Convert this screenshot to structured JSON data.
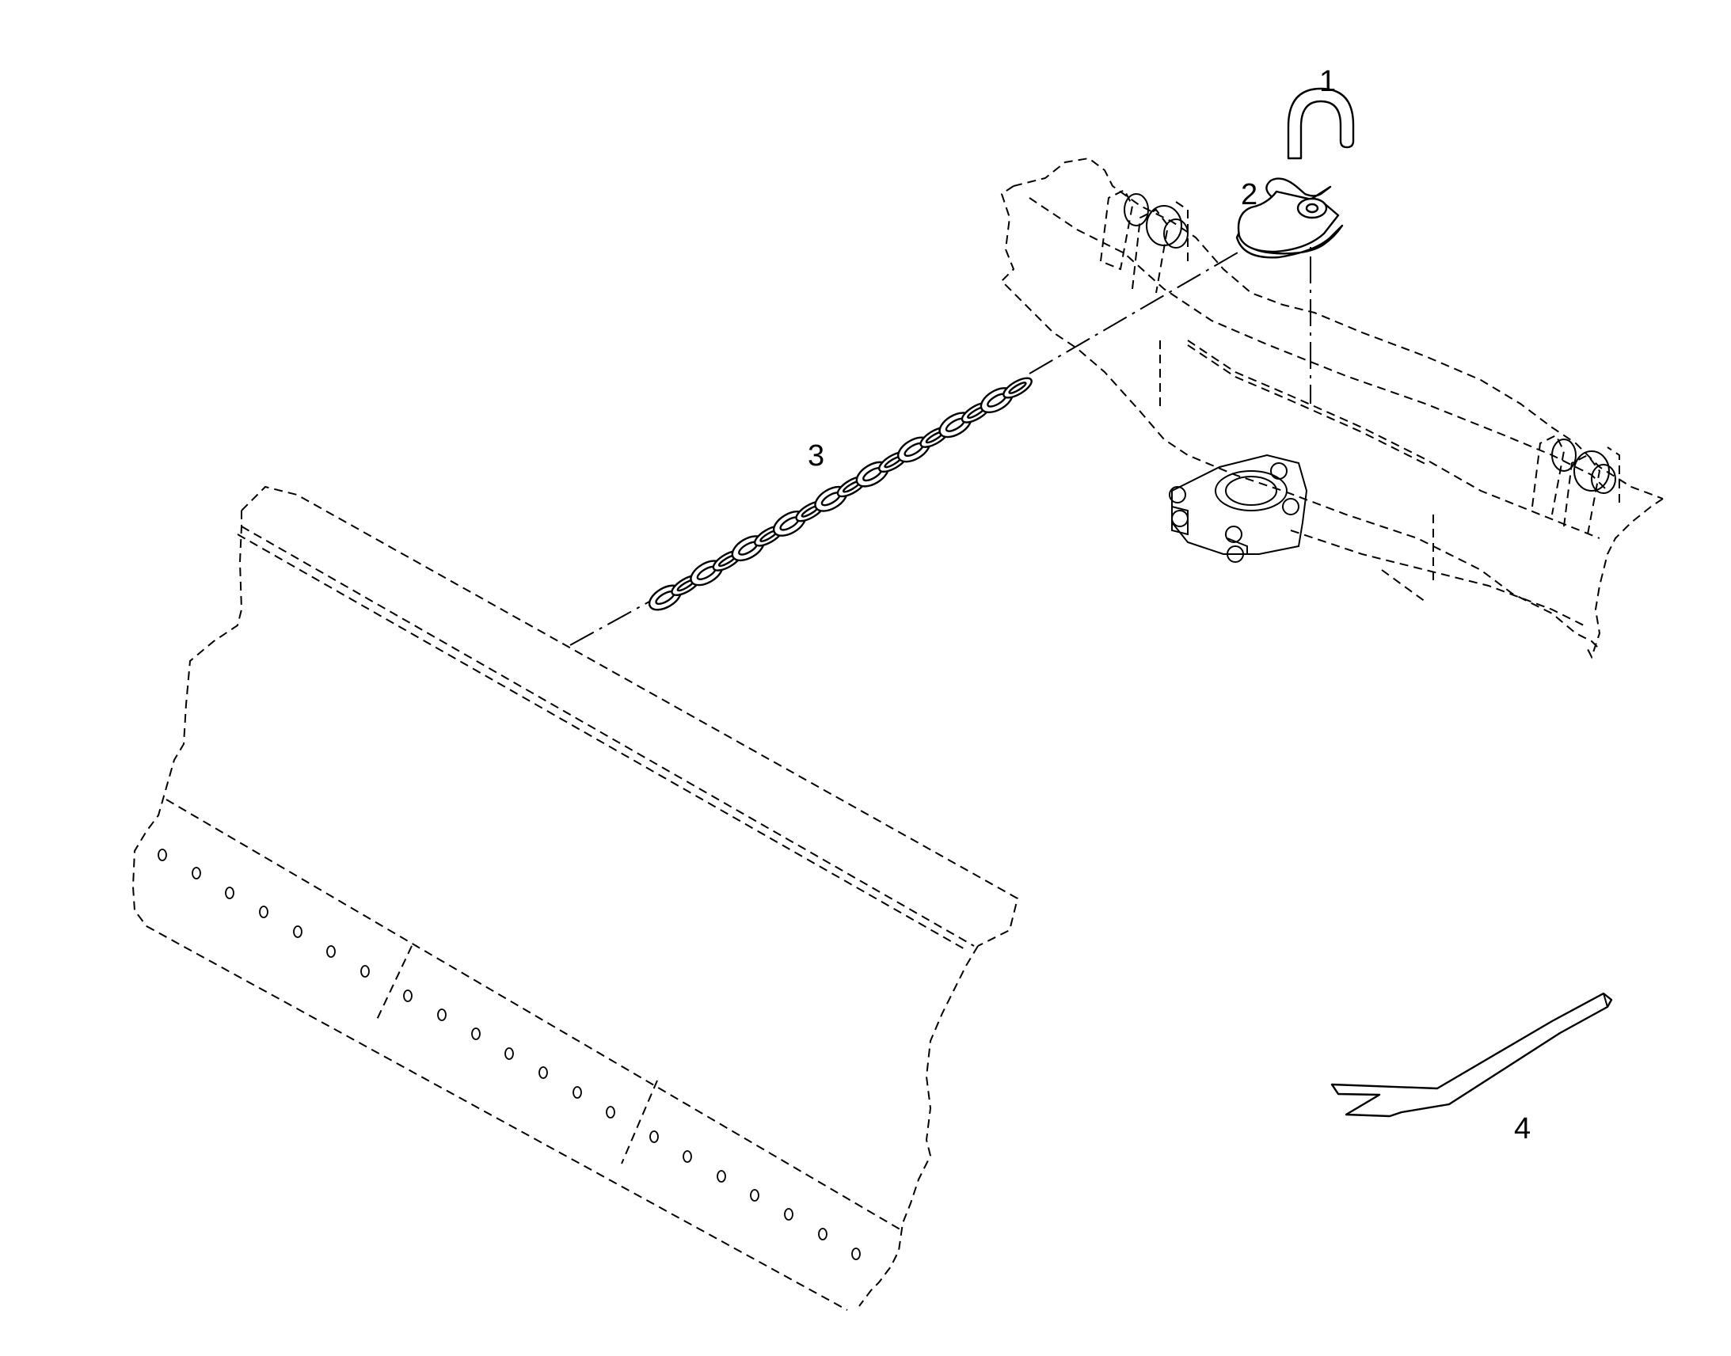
{
  "callouts": [
    {
      "id": "1",
      "label": "1",
      "part": "hook-pin"
    },
    {
      "id": "2",
      "label": "2",
      "part": "hook"
    },
    {
      "id": "3",
      "label": "3",
      "part": "chain"
    },
    {
      "id": "4",
      "label": "4",
      "part": "wedge-tool"
    }
  ],
  "colors": {
    "line": "#000000",
    "background": "#ffffff"
  }
}
